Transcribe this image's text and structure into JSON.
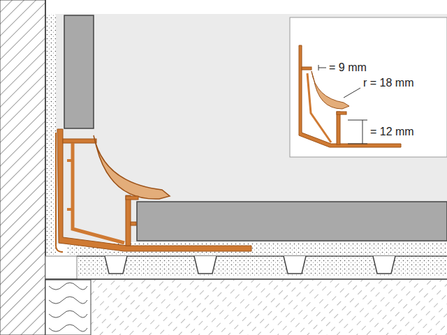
{
  "diagram": {
    "labels": [
      "= 9 mm",
      "r = 18 mm",
      "= 12 mm"
    ]
  }
}
